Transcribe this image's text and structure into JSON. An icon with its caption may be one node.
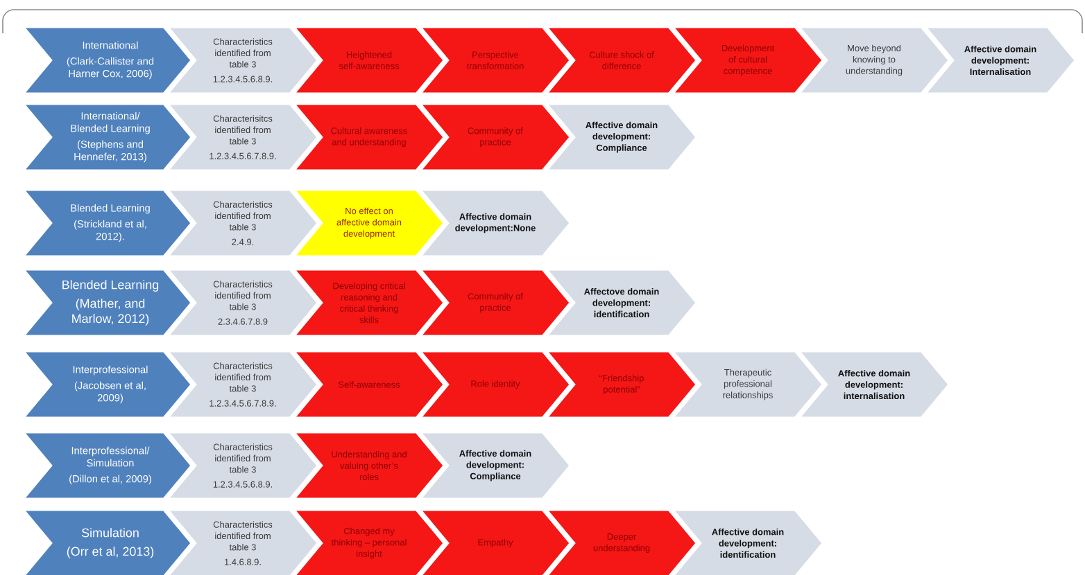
{
  "diagram": {
    "nodes": [
      {
        "text": [
          "International",
          "(Clark-Callister and Harner Cox, 2006)"
        ]
      },
      {
        "text": [
          "Characteristics identified from table 3",
          "1.2.3.4.5.6.8.9."
        ]
      },
      {
        "text": [
          "Heightened self-awareness"
        ]
      },
      {
        "text": [
          "Perspective transformation"
        ]
      },
      {
        "text": [
          "Culture shock of difference"
        ]
      },
      {
        "text": [
          "Development of cultural competence"
        ]
      },
      {
        "text": [
          "Move beyond knowing to understanding"
        ]
      },
      {
        "text": [
          "Affective domain development: Internalisation"
        ]
      },
      {
        "text": [
          "International/ Blended Learning",
          "(Stephens and Hennefer, 2013)"
        ]
      },
      {
        "text": [
          "Characterisitcs identified from table 3",
          "1.2.3.4.5.6.7.8.9."
        ]
      },
      {
        "text": [
          "Cultural awareness and understanding"
        ]
      },
      {
        "text": [
          "Community of practice"
        ]
      },
      {
        "text": [
          "Affective domain development: Compliance"
        ]
      },
      {
        "text": [
          "Blended Learning",
          "(Strickland et al, 2012)."
        ]
      },
      {
        "text": [
          "Characteristics identified from table 3",
          "2.4.9."
        ]
      },
      {
        "text": [
          "No effect on affective domain development"
        ]
      },
      {
        "text": [
          "Affective domain development:None"
        ]
      },
      {
        "text": [
          "Blended Learning",
          "(Mather, and Marlow, 2012)"
        ]
      },
      {
        "text": [
          "Characteristics identified from table 3",
          "2.3.4.6.7.8.9"
        ]
      },
      {
        "text": [
          "Developing critical reasoning and critical thinking skills"
        ]
      },
      {
        "text": [
          "Community of practice"
        ]
      },
      {
        "text": [
          "Affectove domain development: identification"
        ]
      },
      {
        "text": [
          "Interprofessional",
          "(Jacobsen et al, 2009)"
        ]
      },
      {
        "text": [
          "Characteristics identified from table 3",
          "1.2.3.4.5.6.7.8.9."
        ]
      },
      {
        "text": [
          "Self-awareness"
        ]
      },
      {
        "text": [
          "Role identity"
        ]
      },
      {
        "text": [
          "“Friendship potential”"
        ]
      },
      {
        "text": [
          "Therapeutic professional relationships"
        ]
      },
      {
        "text": [
          "Affective domain development: internalisation"
        ]
      },
      {
        "text": [
          "Interprofessional/ Simulation",
          "(Dillon et al, 2009)"
        ]
      },
      {
        "text": [
          "Characteristics identified from table 3",
          "1.2.3.4.5.6.8.9."
        ]
      },
      {
        "text": [
          "Understanding and valuing other’s roles"
        ]
      },
      {
        "text": [
          "Affective domain development: Compliance"
        ]
      },
      {
        "text": [
          "Simulation",
          "(Orr et al, 2013)"
        ]
      },
      {
        "text": [
          "Characteristics identified from table 3",
          "1.4.6.8.9."
        ]
      },
      {
        "text": [
          "Changed my thinking – personal insight"
        ]
      },
      {
        "text": [
          "Empathy"
        ]
      },
      {
        "text": [
          "Deeper understanding"
        ]
      },
      {
        "text": [
          "Affective domain development: identification"
        ]
      }
    ]
  }
}
